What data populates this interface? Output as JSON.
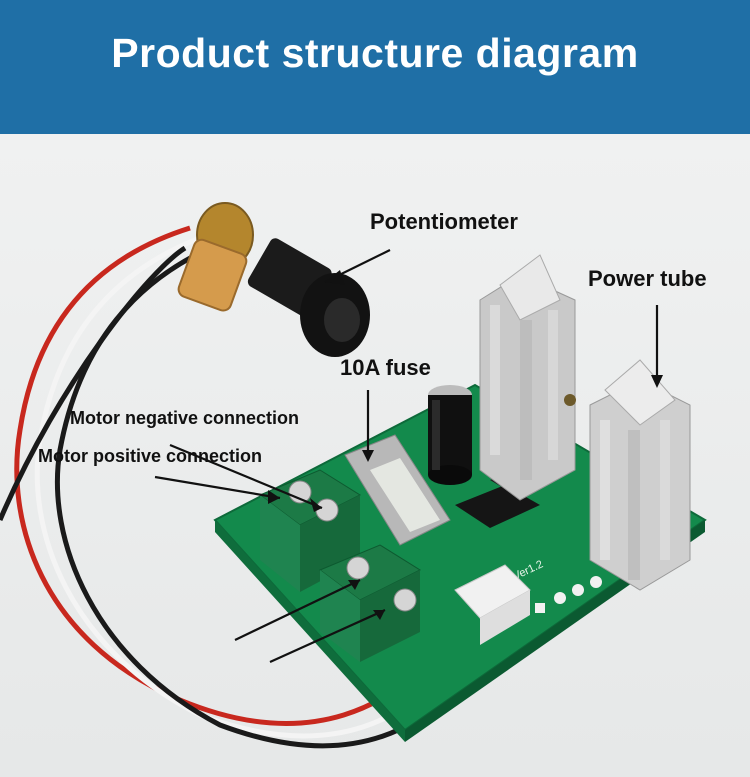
{
  "banner": {
    "title": "Product structure diagram",
    "color": "#1f6fa6"
  },
  "labels": {
    "potentiometer": "Potentiometer",
    "power_tube": "Power tube",
    "fuse": "10A fuse",
    "motor_negative": "Motor negative connection",
    "motor_positive": "Motor positive connection"
  },
  "board": {
    "version_text": "Ver1.2",
    "color": "#138a4c"
  }
}
